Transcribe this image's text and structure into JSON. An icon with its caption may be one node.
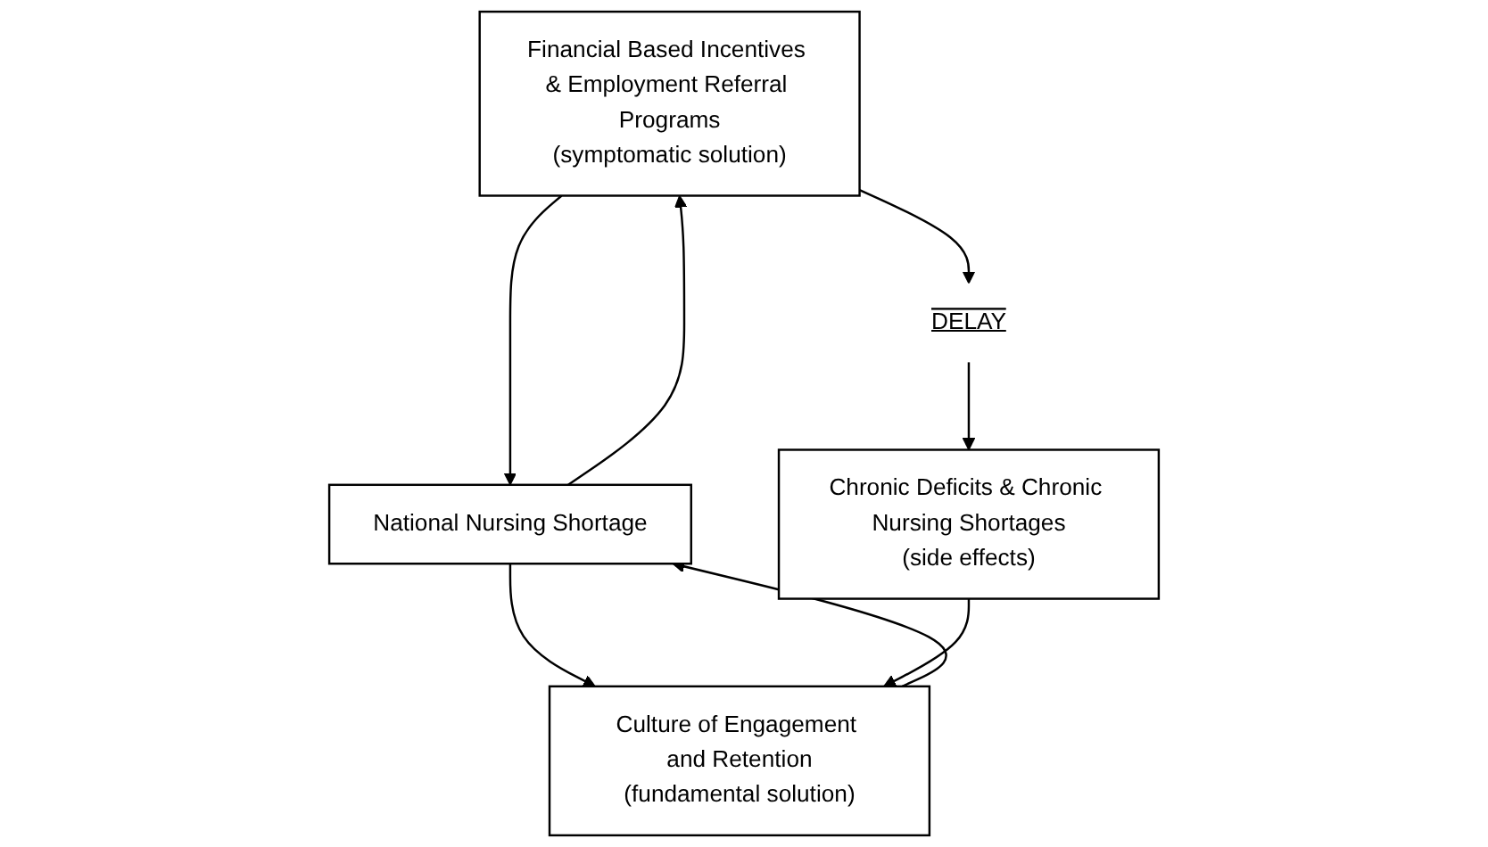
{
  "diagram": {
    "nodes": [
      {
        "text": [
          "Financial Based Incentives & Employment Referral Programs",
          "(symptomatic solution)"
        ]
      },
      {
        "text": [
          "National Nursing Shortage"
        ]
      },
      {
        "text": [
          "Culture of Engagement and Retention",
          "(fundamental solution)"
        ]
      },
      {
        "text": [
          "DELAY"
        ]
      },
      {
        "text": [
          "Chronic Deficits & Chronic Nursing Shortages",
          "(side effects)"
        ]
      }
    ],
    "edges": [
      {
        "from": 0,
        "to": 1,
        "arrow": "to"
      },
      {
        "from": 1,
        "to": 0,
        "arrow": "to"
      },
      {
        "from": 2,
        "to": 1,
        "arrow": "to"
      },
      {
        "from": 1,
        "to": 2,
        "arrow": "to"
      },
      {
        "from": 0,
        "to": 3,
        "arrow": "to"
      },
      {
        "from": 3,
        "to": 4,
        "arrow": "to"
      },
      {
        "from": 4,
        "to": 2,
        "arrow": "to"
      }
    ]
  }
}
